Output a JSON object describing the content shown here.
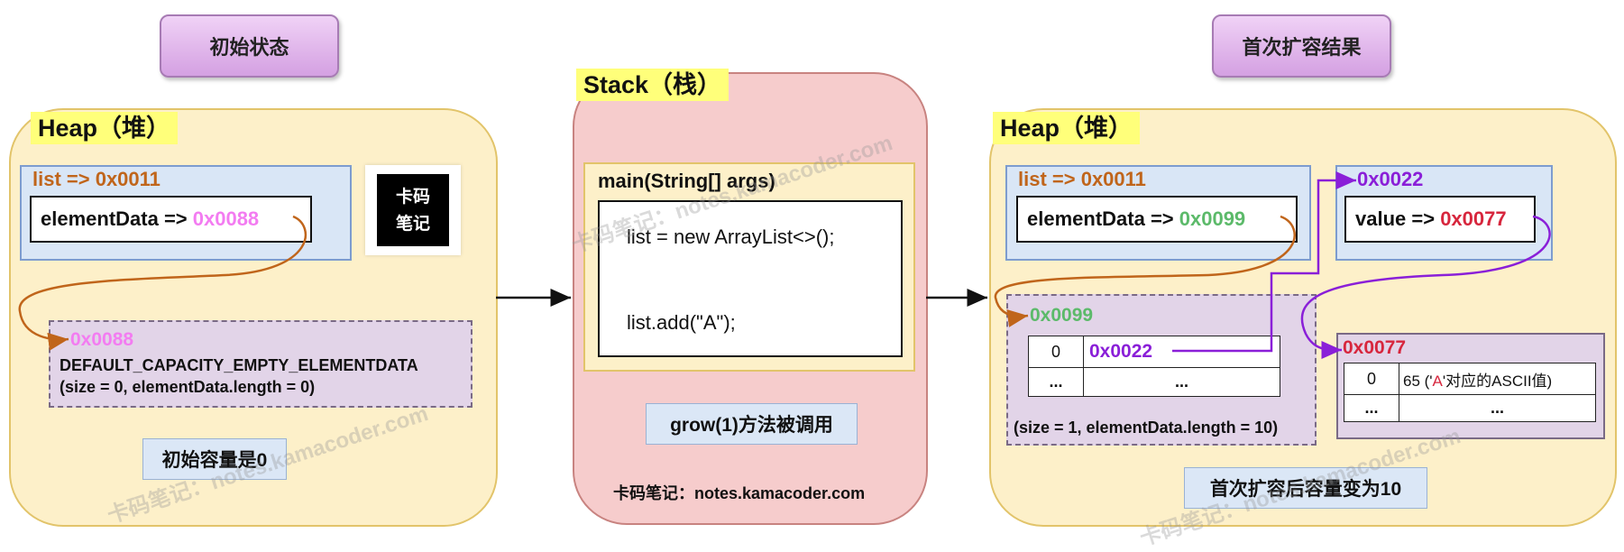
{
  "titles": {
    "left": "初始状态",
    "right": "首次扩容结果"
  },
  "left_heap": {
    "label": "Heap（堆）",
    "list_ref": "list => 0x0011",
    "element_data_prefix": "elementData => ",
    "element_data_addr": "0x0088",
    "logo_line1": "卡码",
    "logo_line2": "笔记",
    "array_addr": "0x0088",
    "array_name": "DEFAULT_CAPACITY_EMPTY_ELEMENTDATA",
    "array_info": "(size = 0, elementData.length = 0)",
    "caption": "初始容量是0"
  },
  "stack": {
    "label": "Stack（栈）",
    "method": "main(String[] args)",
    "line1": "list = new ArrayList<>();",
    "line2": "list.add(\"A\");",
    "caption": "grow(1)方法被调用",
    "footer": "卡码笔记：notes.kamacoder.com"
  },
  "right_heap": {
    "label": "Heap（堆）",
    "list_ref": "list => 0x0011",
    "element_data_prefix": "elementData => ",
    "element_data_addr": "0x0099",
    "obj_addr": "0x0022",
    "value_prefix": "value => ",
    "value_addr": "0x0077",
    "array_addr": "0x0099",
    "array_rows": [
      {
        "index": "0",
        "value": "0x0022"
      },
      {
        "index": "...",
        "value": "..."
      }
    ],
    "array_info": "(size = 1, elementData.length = 10)",
    "chars_addr": "0x0077",
    "chars_rows": [
      {
        "index": "0",
        "value_pre": "65 ('",
        "value_char": "A",
        "value_post": "'对应的ASCII值)"
      },
      {
        "index": "...",
        "value_pre": "...",
        "value_char": "",
        "value_post": ""
      }
    ],
    "caption": "首次扩容后容量变为10"
  },
  "watermarks": [
    "卡码笔记：notes.kamacoder.com",
    "卡码笔记：notes.kamacoder.com",
    "卡码笔记：notes.kamacoder.com"
  ],
  "colors": {
    "orange": "#c0651b",
    "pink": "#f37cf1",
    "green": "#5cba6a",
    "violet": "#8a1fd8",
    "red": "#d7263d",
    "heap_bg": "#fdf0c9",
    "stack_bg": "#f6cccc"
  }
}
